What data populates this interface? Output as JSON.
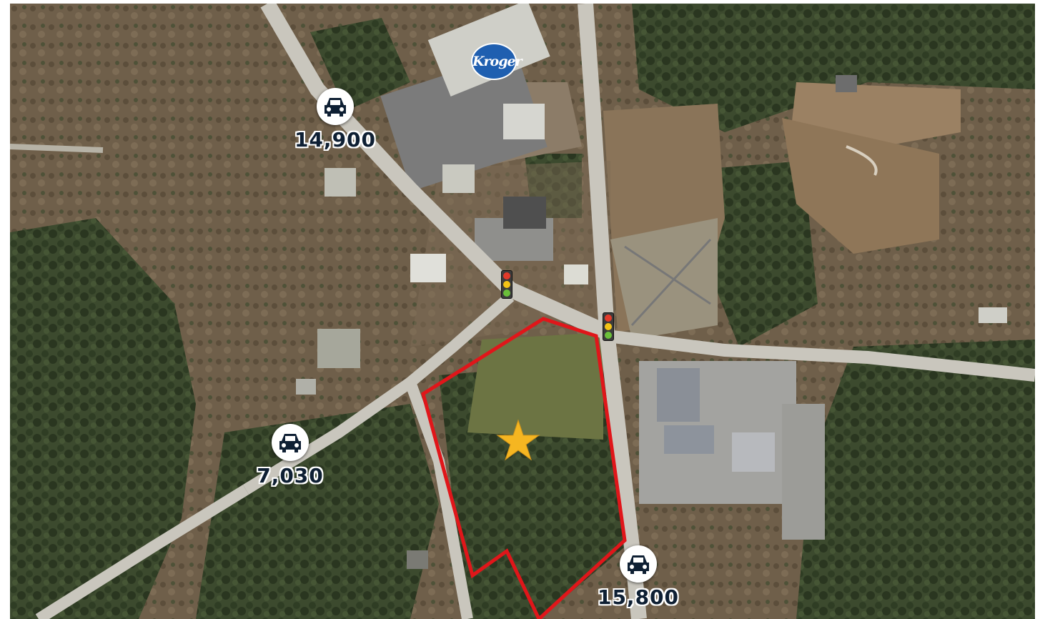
{
  "map": {
    "brand_logo": "Kroger",
    "traffic_counts": [
      {
        "id": "north-west-road",
        "value": "14,900",
        "icon": "car-icon"
      },
      {
        "id": "south-west-road",
        "value": "7,030",
        "icon": "car-icon"
      },
      {
        "id": "south-road",
        "value": "15,800",
        "icon": "car-icon"
      }
    ],
    "signals": [
      "traffic-light-icon",
      "traffic-light-icon"
    ],
    "site_marker": "star-icon",
    "colors": {
      "parcel_outline": "#e0161a",
      "star": "#f5b621",
      "count_text": "#0e1f33",
      "kroger_blue": "#1f5fb0"
    }
  }
}
